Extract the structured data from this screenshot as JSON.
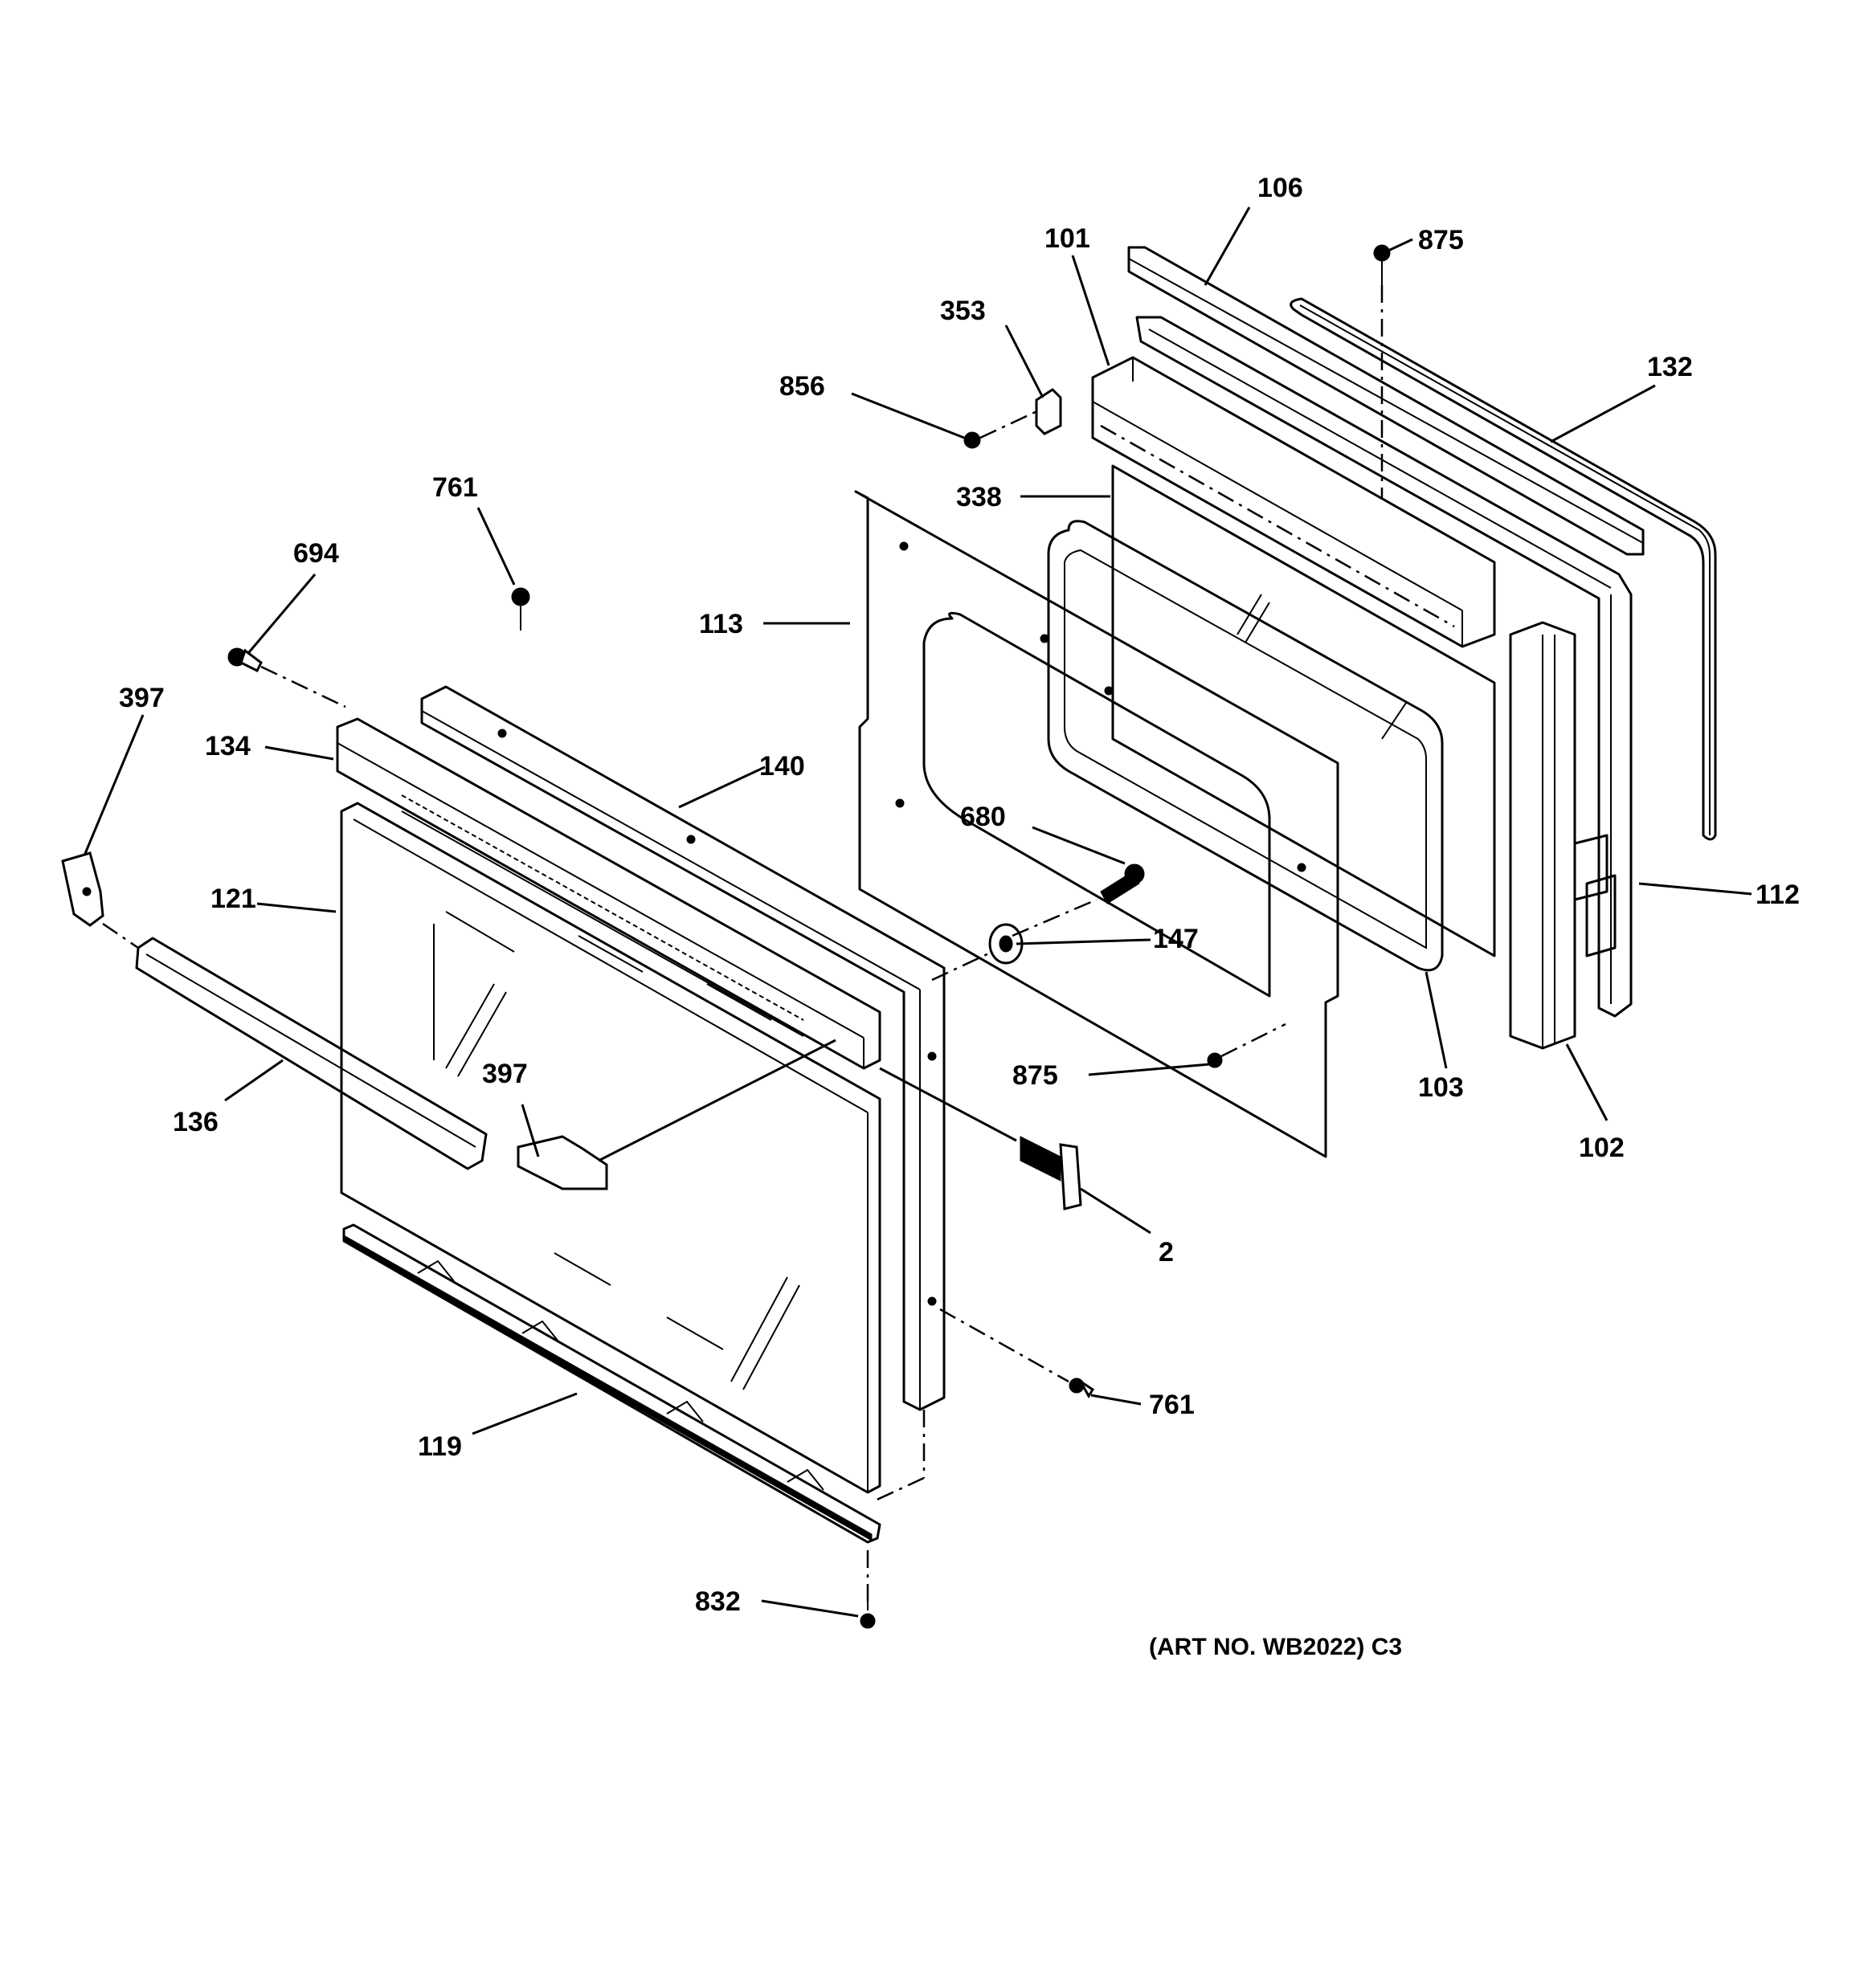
{
  "diagram": {
    "art_number": "(ART NO. WB2022) C3",
    "callouts": [
      {
        "id": "c106",
        "label": "106"
      },
      {
        "id": "c875a",
        "label": "875"
      },
      {
        "id": "c101",
        "label": "101"
      },
      {
        "id": "c353",
        "label": "353"
      },
      {
        "id": "c132",
        "label": "132"
      },
      {
        "id": "c856",
        "label": "856"
      },
      {
        "id": "c761a",
        "label": "761"
      },
      {
        "id": "c338",
        "label": "338"
      },
      {
        "id": "c694",
        "label": "694"
      },
      {
        "id": "c113",
        "label": "113"
      },
      {
        "id": "c397a",
        "label": "397"
      },
      {
        "id": "c134",
        "label": "134"
      },
      {
        "id": "c140",
        "label": "140"
      },
      {
        "id": "c680",
        "label": "680"
      },
      {
        "id": "c121",
        "label": "121"
      },
      {
        "id": "c112",
        "label": "112"
      },
      {
        "id": "c147",
        "label": "147"
      },
      {
        "id": "c397b",
        "label": "397"
      },
      {
        "id": "c875b",
        "label": "875"
      },
      {
        "id": "c103",
        "label": "103"
      },
      {
        "id": "c136",
        "label": "136"
      },
      {
        "id": "c102",
        "label": "102"
      },
      {
        "id": "c2",
        "label": "2"
      },
      {
        "id": "c761b",
        "label": "761"
      },
      {
        "id": "c119",
        "label": "119"
      },
      {
        "id": "c832",
        "label": "832"
      }
    ]
  }
}
